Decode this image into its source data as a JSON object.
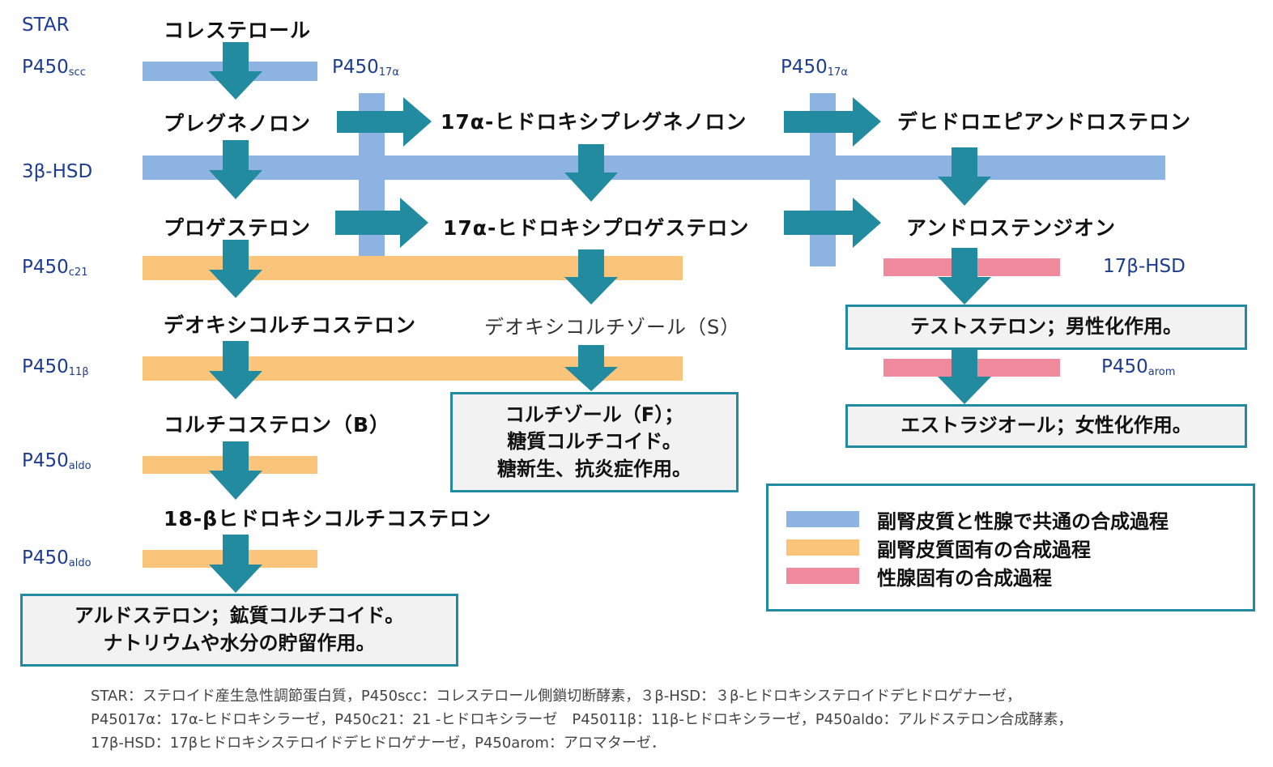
{
  "enzymes": {
    "star": "STAR",
    "p450scc": {
      "main": "P450",
      "sub": "scc"
    },
    "p450_17a_left": {
      "main": "P450",
      "sub": "17α"
    },
    "p450_17a_right": {
      "main": "P450",
      "sub": "17α"
    },
    "hsd3b": "3β-HSD",
    "p450c21": {
      "main": "P450",
      "sub": "c21"
    },
    "hsd17b": "17β-HSD",
    "p450_11b": {
      "main": "P450",
      "sub": "11β"
    },
    "p450arom": {
      "main": "P450",
      "sub": "arom"
    },
    "p450aldo_1": {
      "main": "P450",
      "sub": "aldo"
    },
    "p450aldo_2": {
      "main": "P450",
      "sub": "aldo"
    }
  },
  "compounds": {
    "cholesterol": "コレステロール",
    "pregnenolone": "プレグネノロン",
    "oh_pregnenolone": "17α-ヒドロキシプレグネノロン",
    "dhea": "デヒドロエピアンドロステロン",
    "progesterone": "プロゲステロン",
    "oh_progesterone": "17α-ヒドロキシプロゲステロン",
    "androstenedione": "アンドロステンジオン",
    "deoxycorticosterone": "デオキシコルチコステロン",
    "deoxycortisol": "デオキシコルチゾール（S）",
    "corticosterone": "コルチコステロン（B）",
    "hydroxycorticosterone": "18-βヒドロキシコルチコステロン"
  },
  "boxes": {
    "testosterone": [
      "テストステロン；男性化作用。"
    ],
    "estradiol": [
      "エストラジオール；女性化作用。"
    ],
    "cortisol": [
      "コルチゾール（F）；",
      "糖質コルチコイド。",
      "糖新生、抗炎症作用。"
    ],
    "aldosterone": [
      "アルドステロン；鉱質コルチコイド。",
      "ナトリウムや水分の貯留作用。"
    ]
  },
  "legend": [
    {
      "text": "副腎皮質と性腺で共通の合成過程",
      "color": "#8db3e2"
    },
    {
      "text": "副腎皮質固有の合成過程",
      "color": "#fac57a"
    },
    {
      "text": "性腺固有の合成過程",
      "color": "#ee8a9b"
    }
  ],
  "colors": {
    "arrow": "#238b9f",
    "common": "#8db3e2",
    "adrenal": "#fac57a",
    "gonad": "#ee8a9b",
    "label": "#1f3d8f"
  },
  "footnotes": [
    "STAR：ステロイド産生急性調節蛋白質，P450scc：コレステロール側鎖切断酵素，３β-HSD：３β-ヒドロキシステロイドデヒドロゲナーゼ，",
    "P45017α：17α-ヒドロキシラーゼ，P450c21：21 -ヒドロキシラーゼ　P45011β：11β-ヒドロキシラーゼ，P450aldo：アルドステロン合成酵素，",
    "17β-HSD：17βヒドロキシステロイドデヒドロゲナーゼ，P450arom：アロマターゼ．"
  ]
}
